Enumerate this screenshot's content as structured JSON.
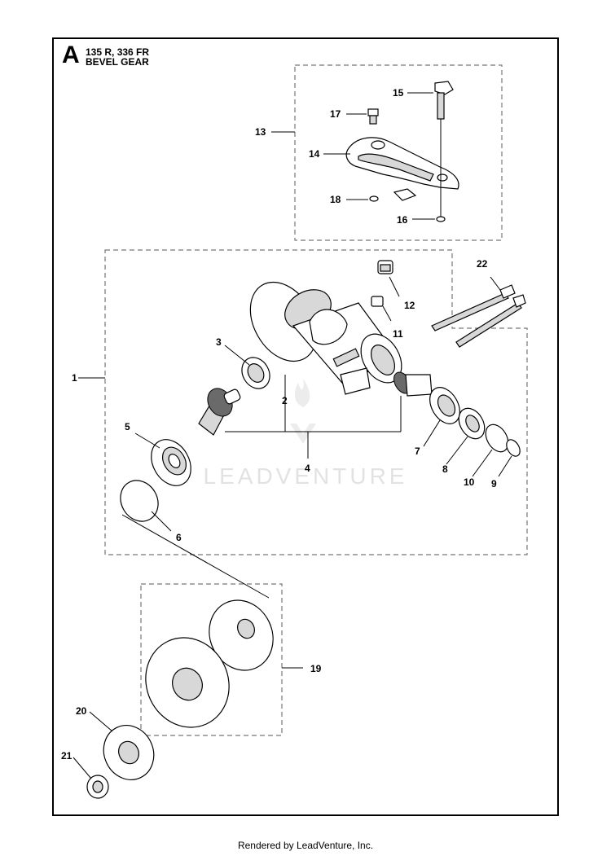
{
  "diagram": {
    "section_letter": "A",
    "model_line": "135 R, 336 FR",
    "assembly_name": "BEVEL GEAR",
    "watermark_text": "LEADVENTURE",
    "footer_text": "Rendered by LeadVenture, Inc.",
    "part_labels": [
      "1",
      "2",
      "3",
      "4",
      "5",
      "6",
      "7",
      "8",
      "9",
      "10",
      "11",
      "12",
      "13",
      "14",
      "15",
      "16",
      "17",
      "18",
      "19",
      "20",
      "21",
      "22"
    ],
    "colors": {
      "line": "#000000",
      "dashed_group": "#777777",
      "watermark": "#e0e0e0",
      "part_fill": "#ffffff",
      "part_shade": "#d8d8d8"
    }
  }
}
